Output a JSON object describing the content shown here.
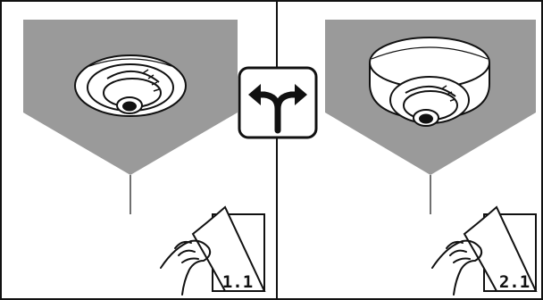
{
  "diagram": {
    "colors": {
      "ceiling": "#9a9a9a",
      "line": "#111111",
      "white": "#ffffff"
    },
    "center_icon": "split-arrow-icon",
    "panels": [
      {
        "id": "left",
        "variant": "flush-dome-camera",
        "page_ref": "1.1"
      },
      {
        "id": "right",
        "variant": "surface-dome-camera",
        "page_ref": "2.1"
      }
    ]
  }
}
